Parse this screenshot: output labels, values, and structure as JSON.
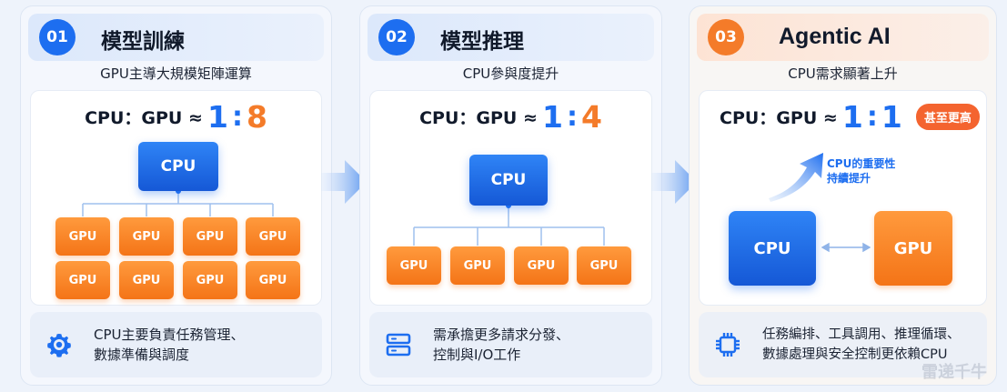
{
  "panels": [
    {
      "number": "01",
      "title": "模型訓練",
      "subtitle": "GPU主導大規模矩陣運算",
      "ratio_label": "CPU：GPU ≈",
      "ratio_left": "1",
      "ratio_right": "8",
      "cpu_label": "CPU",
      "gpu_label": "GPU",
      "footer_lines": [
        "CPU主要負責任務管理、",
        "數據準備與調度"
      ],
      "footer_icon": "gear-icon"
    },
    {
      "number": "02",
      "title": "模型推理",
      "subtitle": "CPU參與度提升",
      "ratio_label": "CPU：GPU ≈",
      "ratio_left": "1",
      "ratio_right": "4",
      "cpu_label": "CPU",
      "gpu_label": "GPU",
      "footer_lines": [
        "需承擔更多請求分發、",
        "控制與I/O工作"
      ],
      "footer_icon": "server-icon"
    },
    {
      "number": "03",
      "title": "Agentic AI",
      "subtitle": "CPU需求顯著上升",
      "ratio_label": "CPU：GPU ≈",
      "ratio_left": "1",
      "ratio_right": "1",
      "badge": "甚至更高",
      "cpu_label": "CPU",
      "gpu_label": "GPU",
      "note_lines": [
        "CPU的重要性",
        "持續提升"
      ],
      "footer_lines": [
        "任務編排、工具調用、推理循環、",
        "數據處理與安全控制更依賴CPU"
      ],
      "footer_icon": "chip-icon"
    }
  ],
  "chart_data": {
    "type": "table",
    "categories": [
      "模型訓練",
      "模型推理",
      "Agentic AI"
    ],
    "series": [
      {
        "name": "CPU",
        "values": [
          1,
          1,
          1
        ]
      },
      {
        "name": "GPU",
        "values": [
          8,
          4,
          1
        ]
      }
    ]
  },
  "watermark": "雷递千牛",
  "colors": {
    "accent_blue": "#1d6ef0",
    "accent_orange": "#f47b29",
    "badge_red": "#f4642f"
  }
}
